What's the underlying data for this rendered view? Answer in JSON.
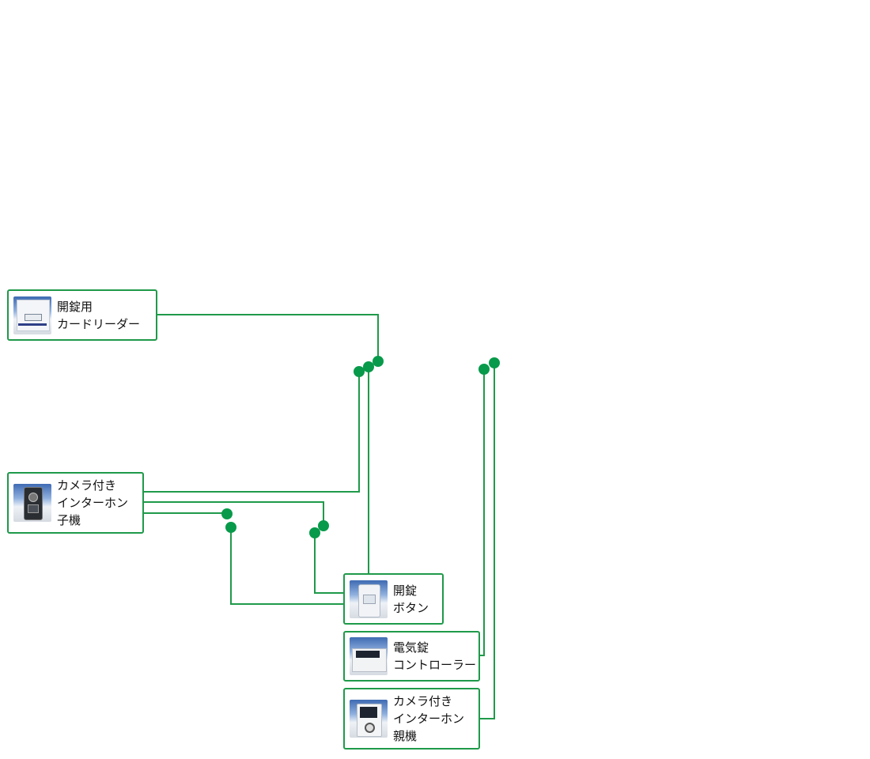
{
  "colors": {
    "wire": "#1f9a4a",
    "dot": "#079a4a",
    "border": "#1f9a4a"
  },
  "nodes": [
    {
      "id": "card-reader",
      "icon": "card-reader-icon",
      "lines": [
        "開錠用",
        "カードリーダー"
      ]
    },
    {
      "id": "door-camera",
      "icon": "camera-door-station-icon",
      "lines": [
        "カメラ付き",
        "インターホン",
        "子機"
      ]
    },
    {
      "id": "unlock-button",
      "icon": "unlock-button-icon",
      "lines": [
        "開錠",
        "ボタン"
      ]
    },
    {
      "id": "lock-controller",
      "icon": "lock-controller-icon",
      "lines": [
        "電気錠",
        "コントローラー"
      ]
    },
    {
      "id": "master-monitor",
      "icon": "intercom-monitor-icon",
      "lines": [
        "カメラ付き",
        "インターホン",
        "親機"
      ]
    }
  ]
}
